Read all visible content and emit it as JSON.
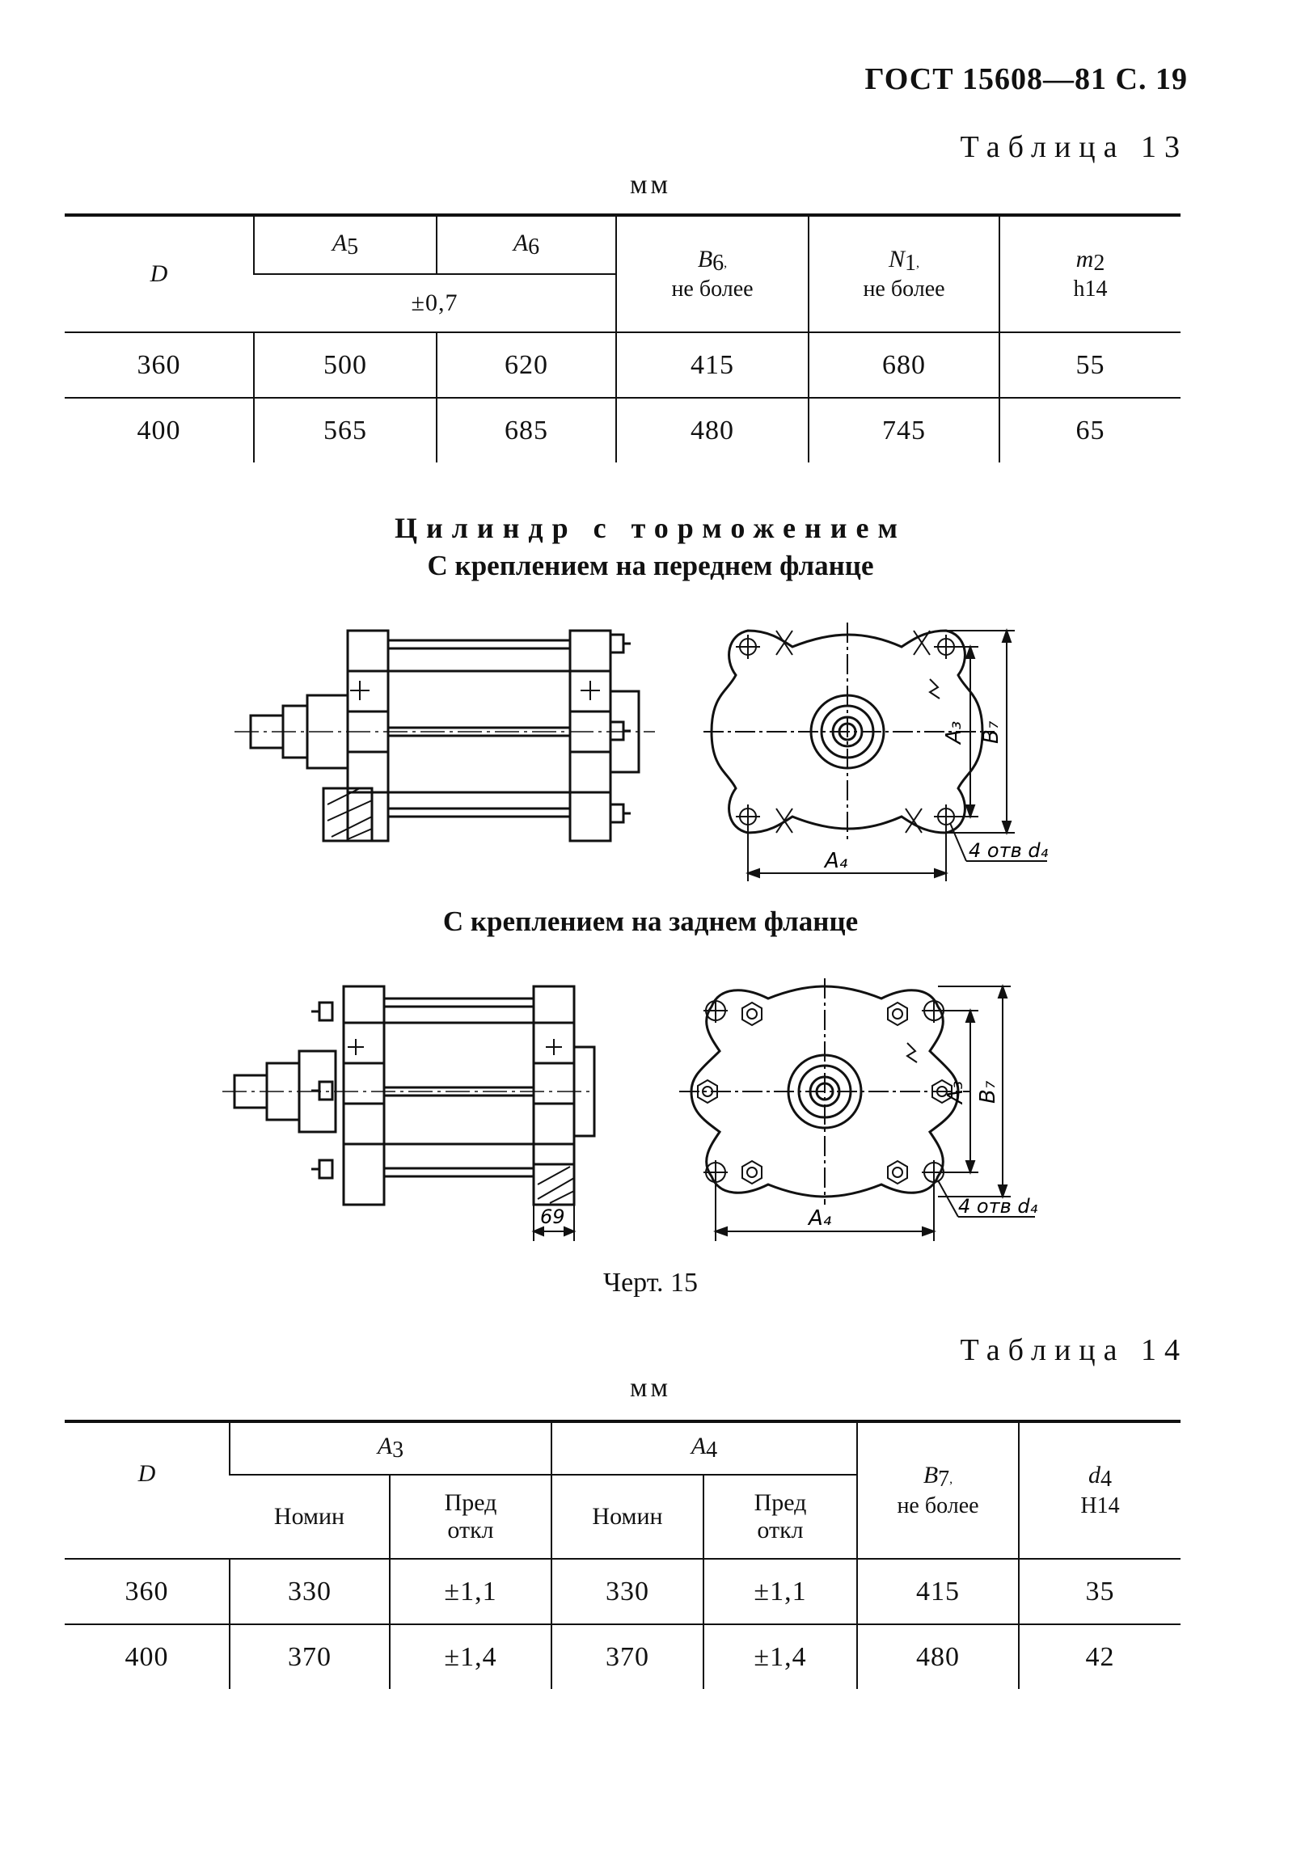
{
  "header": {
    "title": "ГОСТ 15608—81 С. 19"
  },
  "table13": {
    "title": "Таблица 13",
    "unit": "мм",
    "head": {
      "D": "D",
      "A5": "A",
      "A5_sub": "5",
      "A6": "A",
      "A6_sub": "6",
      "tol": "±0,7",
      "B6": "B",
      "B6_sub": "6",
      "B6_note": "не более",
      "N1": "N",
      "N1_sub": "1",
      "N1_note": "не более",
      "m2": "m",
      "m2_sub": "2",
      "m2_fit": "h14"
    },
    "rows": [
      [
        "360",
        "500",
        "620",
        "415",
        "680",
        "55"
      ],
      [
        "400",
        "565",
        "685",
        "480",
        "745",
        "65"
      ]
    ]
  },
  "section": {
    "title": "Цилиндр с торможением",
    "front_flange": "С креплением на переднем фланце",
    "rear_flange": "С креплением на заднем фланце"
  },
  "drawing1": {
    "label_A3": "A₃",
    "label_B7": "B₇",
    "label_A4": "A₄",
    "label_holes": "4 отв d₄"
  },
  "drawing2": {
    "label_A3": "A₃",
    "label_B7": "B₇",
    "label_A4": "A₄",
    "label_holes": "4 отв d₄",
    "label_69": "69"
  },
  "figure_caption": "Черт. 15",
  "table14": {
    "title": "Таблица 14",
    "unit": "мм",
    "head": {
      "D": "D",
      "A3": "A",
      "A3_sub": "3",
      "A4": "A",
      "A4_sub": "4",
      "nom": "Номин",
      "dev": "Пред откл",
      "B7": "B",
      "B7_sub": "7",
      "B7_note": "не более",
      "d4": "d",
      "d4_sub": "4",
      "d4_fit": "H14"
    },
    "rows": [
      [
        "360",
        "330",
        "±1,1",
        "330",
        "±1,1",
        "415",
        "35"
      ],
      [
        "400",
        "370",
        "±1,4",
        "370",
        "±1,4",
        "480",
        "42"
      ]
    ]
  }
}
